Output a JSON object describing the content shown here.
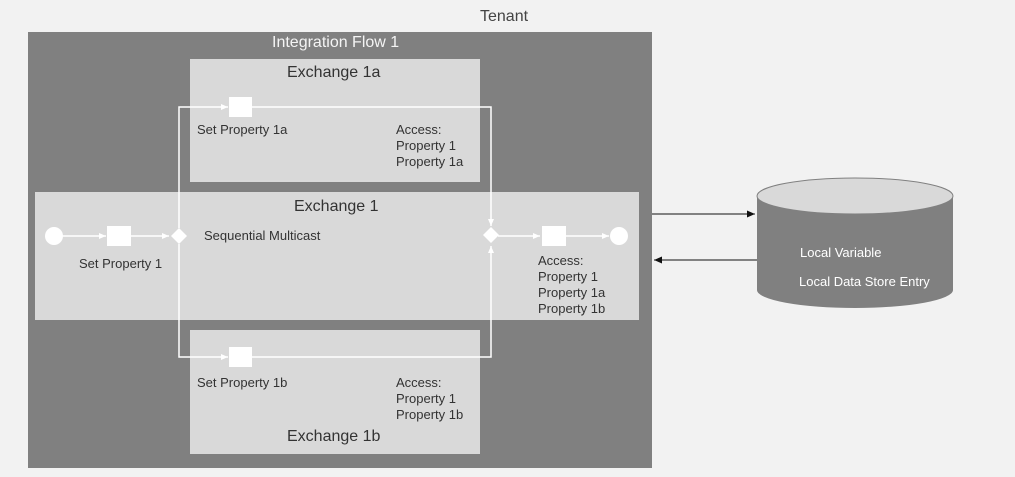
{
  "tenant": {
    "title": "Tenant"
  },
  "flow": {
    "title": "Integration Flow 1"
  },
  "exchange_1a": {
    "title": "Exchange 1a",
    "step_label": "Set Property 1a",
    "access": [
      "Access:",
      "Property 1",
      "Property 1a"
    ]
  },
  "exchange_1": {
    "title": "Exchange 1",
    "step_label": "Set Property 1",
    "multicast_label": "Sequential Multicast",
    "access": [
      "Access:",
      "Property 1",
      "Property 1a",
      "Property 1b"
    ]
  },
  "exchange_1b": {
    "title": "Exchange 1b",
    "step_label": "Set Property 1b",
    "access": [
      "Access:",
      "Property 1",
      "Property 1b"
    ]
  },
  "datastore": {
    "items": [
      "Local Variable",
      "Local Data Store Entry"
    ]
  }
}
